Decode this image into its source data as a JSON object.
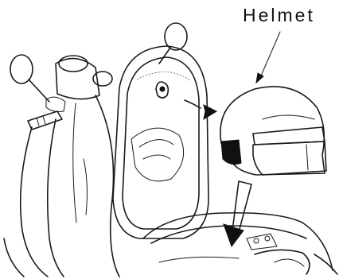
{
  "diagram": {
    "label": "Helmet",
    "icons": {
      "scooter": "scooter-line-art",
      "helmet": "helmet-line-art",
      "hook": "helmet-hook",
      "arrow_down": "arrow-down-icon",
      "arrow_right": "arrow-right-icon"
    }
  }
}
